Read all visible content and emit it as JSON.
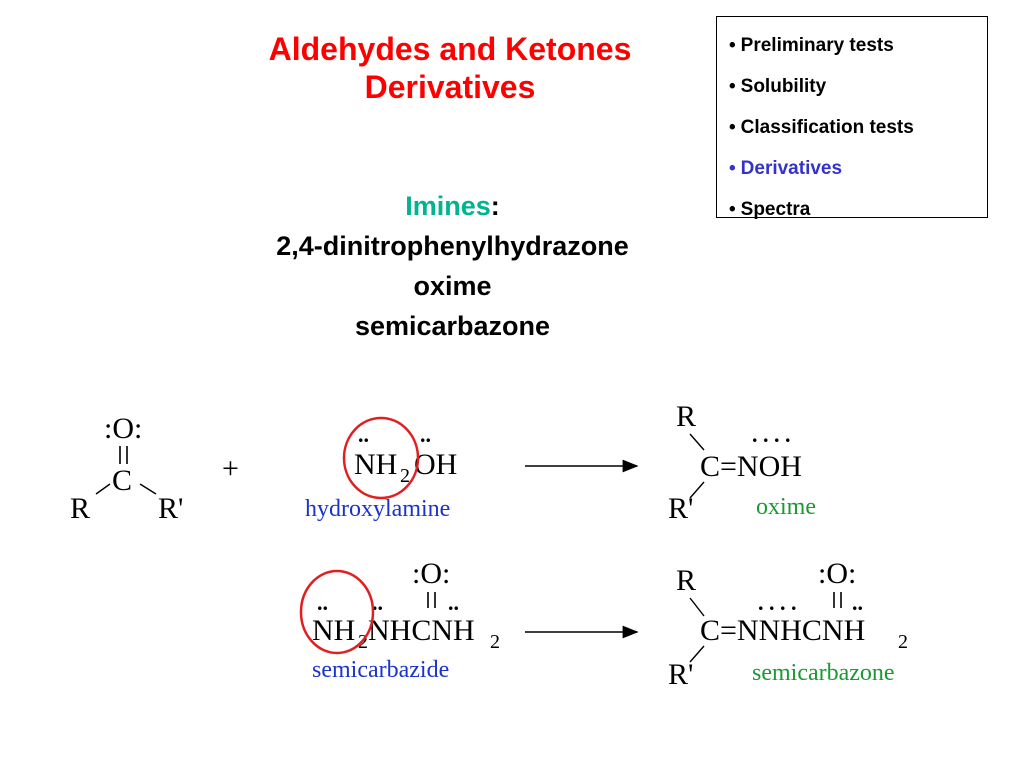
{
  "slide": {
    "title_line1": "Aldehydes and Ketones",
    "title_line2": "Derivatives",
    "imines_label": "Imines",
    "imines_colon": ":",
    "derivative_1": "2,4-dinitrophenylhydrazone",
    "derivative_2": "oxime",
    "derivative_3": "semicarbazone"
  },
  "outline": {
    "bullet": "•",
    "items": [
      {
        "label": "Preliminary tests",
        "active": false
      },
      {
        "label": "Solubility",
        "active": false
      },
      {
        "label": "Classification tests",
        "active": false
      },
      {
        "label": "Derivatives",
        "active": true
      },
      {
        "label": "Spectra",
        "active": false
      }
    ]
  },
  "colors": {
    "title": "#ff0000",
    "imines": "#00b391",
    "active_item": "#3333cc",
    "reagent_label": "#1a33cc",
    "product_label": "#1a9933",
    "highlight_circle": "#e02020"
  },
  "scheme": {
    "carbonyl": {
      "O": ":O:",
      "C": "C",
      "R": "R",
      "R_prime": "R'",
      "double_bond": "="
    },
    "plus": "+",
    "hydroxylamine": {
      "formula_nh": "NH",
      "sub2": "2",
      "formula_oh": "OH",
      "lone_pair": "..",
      "label": "hydroxylamine"
    },
    "oxime": {
      "R": "R",
      "R_prime": "R'",
      "formula": "C=NOH",
      "lone_pairs": ". . . .",
      "label": "oxime"
    },
    "semicarbazide": {
      "formula_nh": "NH",
      "sub2": "2",
      "formula_rest": "NHCNH",
      "sub2b": "2",
      "O": ":O:",
      "double_bond": "=",
      "lone_pair": "..",
      "label": "semicarbazide"
    },
    "semicarbazone": {
      "R": "R",
      "R_prime": "R'",
      "formula": "C=NNHCNH",
      "sub2": "2",
      "O": ":O:",
      "double_bond": "=",
      "lone_pairs": ". . . .",
      "lone_pair": "..",
      "label": "semicarbazone"
    }
  }
}
